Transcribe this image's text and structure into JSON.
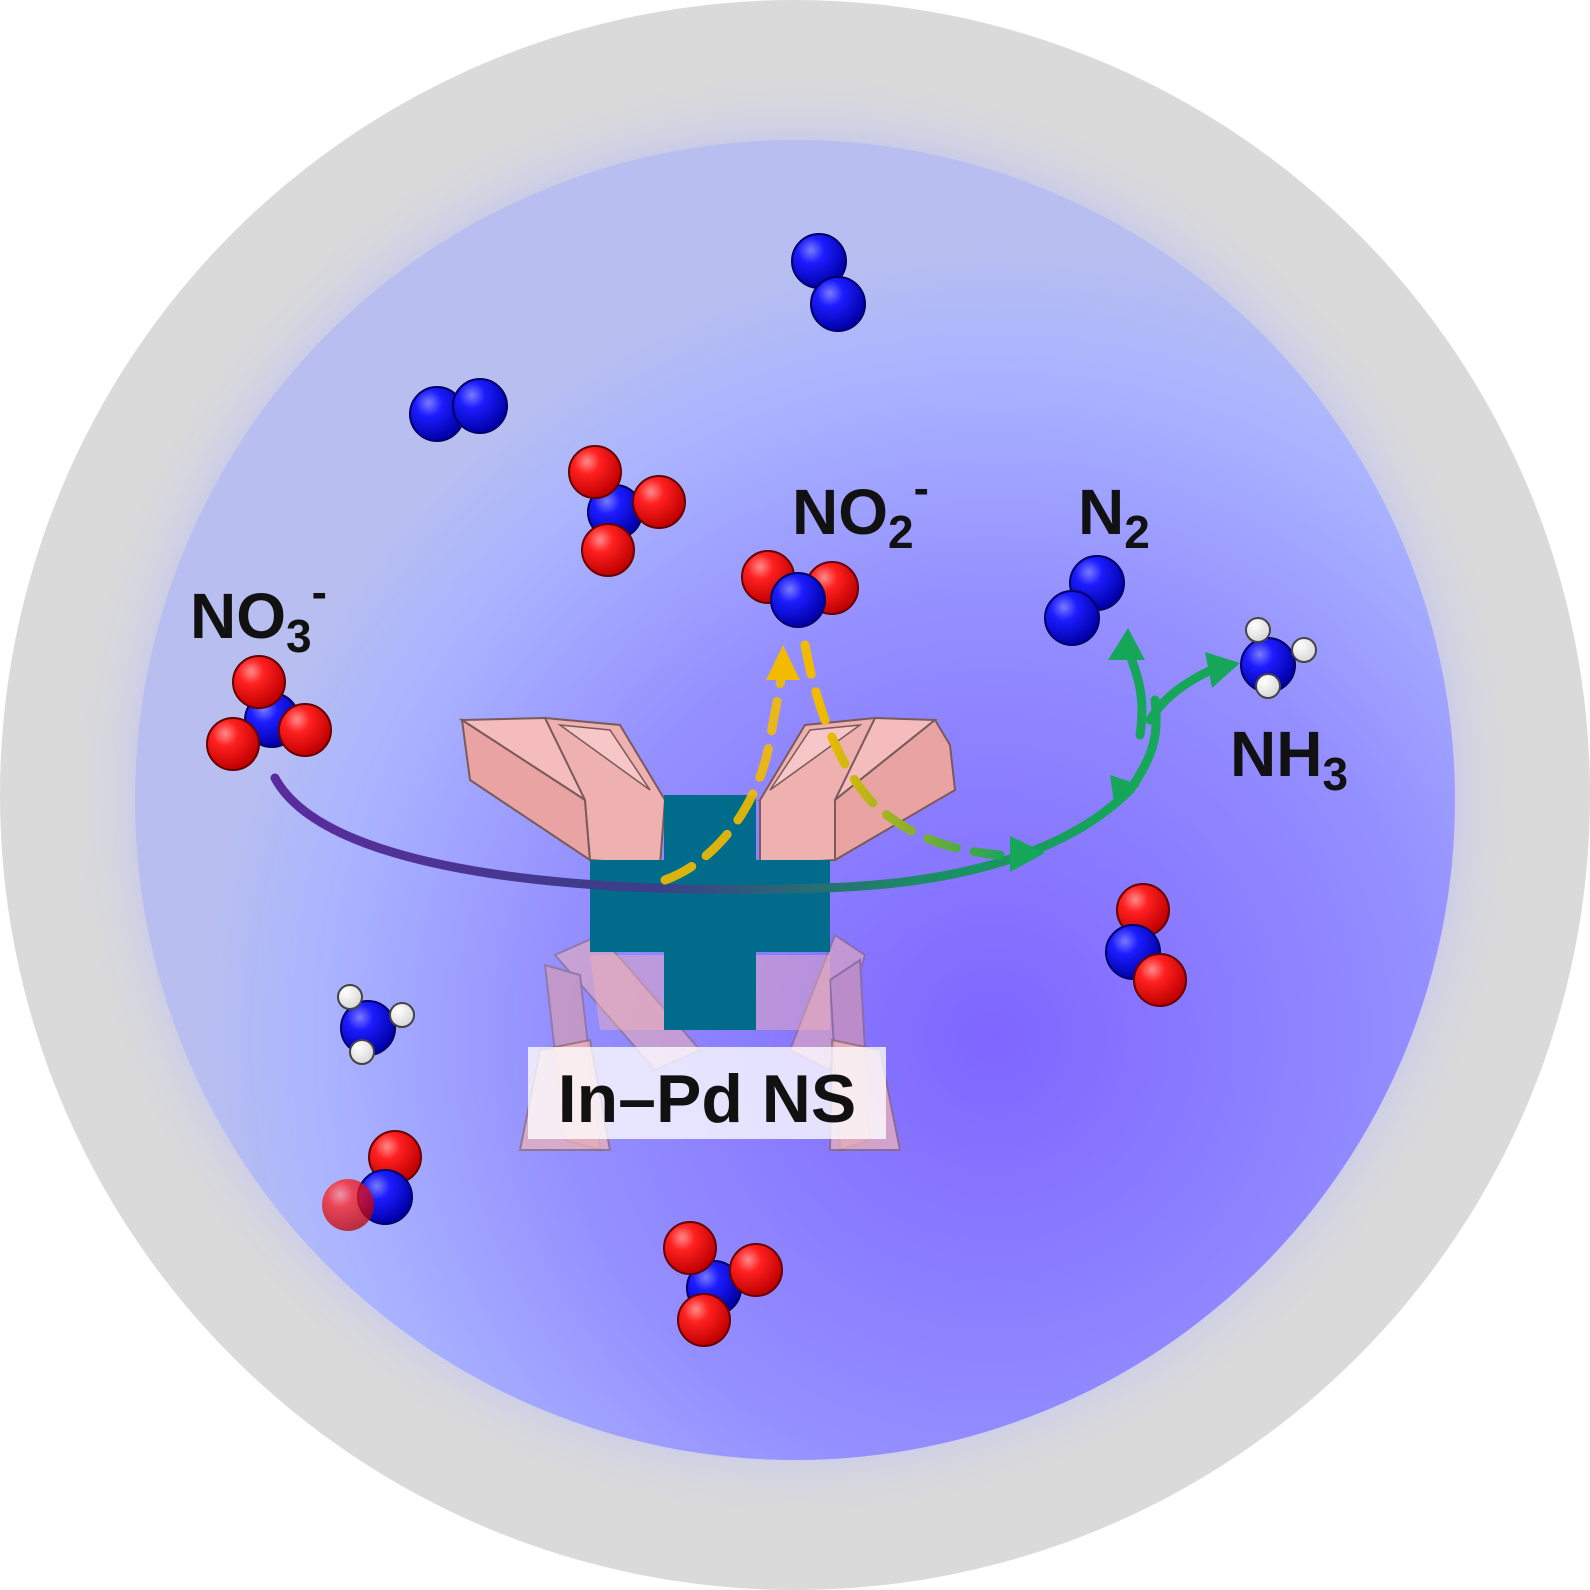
{
  "labels": {
    "nitrate": {
      "base": "NO",
      "sub": "3",
      "sup": "-"
    },
    "nitrite": {
      "base": "NO",
      "sub": "2",
      "sup": "-"
    },
    "nitrogen": {
      "base": "N",
      "sub": "2"
    },
    "ammonia": {
      "base": "NH",
      "sub": "3"
    },
    "catalyst": "In–Pd NS"
  },
  "colors": {
    "background_gray": "#dadada",
    "bubble_center": "#7f6cff",
    "bubble_edge": "#b9c2f5",
    "oxygen": "#ff1f1f",
    "nitrogen_atom": "#1a1aff",
    "hydrogen": "#ffffff",
    "pd_facet": "#f2b2b2",
    "in_core": "#006b8a",
    "path_nitrate": "#5b2d9a",
    "path_green": "#1aa55a",
    "path_nitrite": "#f2bb00"
  },
  "icons": {
    "nitrate_molecule": "NO3-molecule",
    "nitrite_molecule": "NO2-molecule",
    "nitrogen_molecule": "N2-molecule",
    "ammonia_molecule": "NH3-molecule",
    "catalyst": "nanosheet-catalyst"
  }
}
